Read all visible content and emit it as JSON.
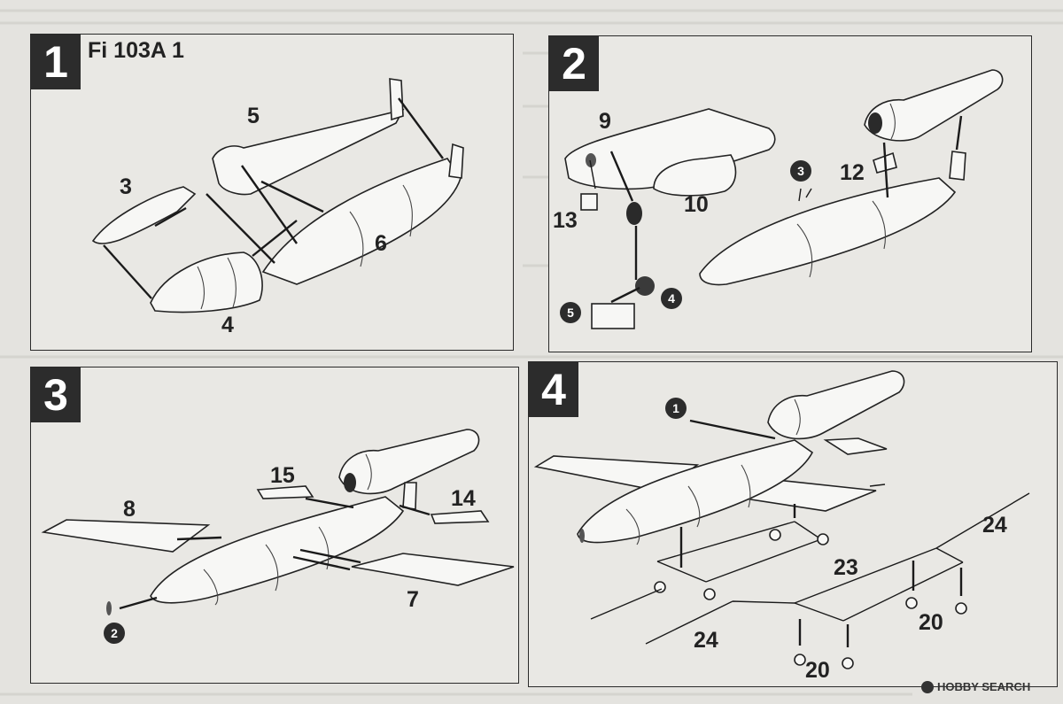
{
  "model_name": "Fi 103A 1",
  "watermark": "HOBBY SEARCH",
  "steps": [
    {
      "number": "1",
      "parts": [
        "5",
        "3",
        "6",
        "4"
      ]
    },
    {
      "number": "2",
      "parts": [
        "9",
        "12",
        "13",
        "10"
      ],
      "circled": [
        "3",
        "4",
        "5"
      ]
    },
    {
      "number": "3",
      "parts": [
        "15",
        "14",
        "8",
        "7"
      ],
      "circled": [
        "2"
      ]
    },
    {
      "number": "4",
      "parts": [
        "24",
        "23",
        "20",
        "24",
        "20"
      ],
      "circled": [
        "1"
      ]
    }
  ]
}
